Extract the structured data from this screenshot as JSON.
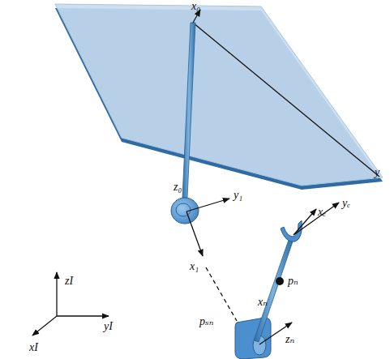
{
  "diagram": {
    "labels": [
      "x₀",
      "y",
      "z₀",
      "y₁",
      "x₁",
      "pₛₙ",
      "zₙ",
      "xₙ",
      "pₙ",
      "xₑ",
      "yₑ",
      "zI",
      "yI",
      "xI"
    ]
  }
}
